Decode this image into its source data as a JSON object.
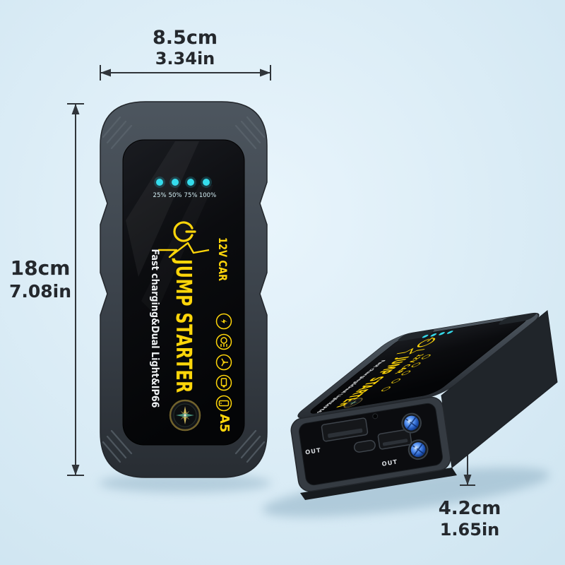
{
  "image": {
    "type": "product-photo",
    "background_color": "#d7eaf4"
  },
  "dimension_labels": {
    "width_metric": "8.5cm",
    "width_imperial": "3.34in",
    "height_metric": "18cm",
    "height_imperial": "7.08in",
    "depth_metric": "4.2cm",
    "depth_imperial": "1.65in"
  },
  "product": {
    "brand_text": "JUMP STARTER",
    "voltage_text": "12V CAR",
    "features_text": "Fast charging&Dual Light&IP66",
    "model_text": "A5",
    "battery_levels": [
      "25%",
      "50%",
      "75%",
      "100%"
    ],
    "port_labels": {
      "out1": "OUT",
      "out2": "OUT"
    },
    "icons": [
      "power-icon",
      "lightning-line",
      "jump-cable-icon",
      "headlight-icon",
      "fan-icon",
      "battery-icon",
      "phone-icon",
      "compass-icon",
      "usb-a-port",
      "type-c-port",
      "flashlight-led",
      "reset-hole",
      "battery-led"
    ],
    "colors": {
      "accent_yellow": "#ffd60a",
      "led_cyan": "#2fd4e8",
      "flashlight_blue": "#2b6fe0",
      "body_gray": "#3c444c",
      "panel_black": "#0a0b0e"
    }
  }
}
